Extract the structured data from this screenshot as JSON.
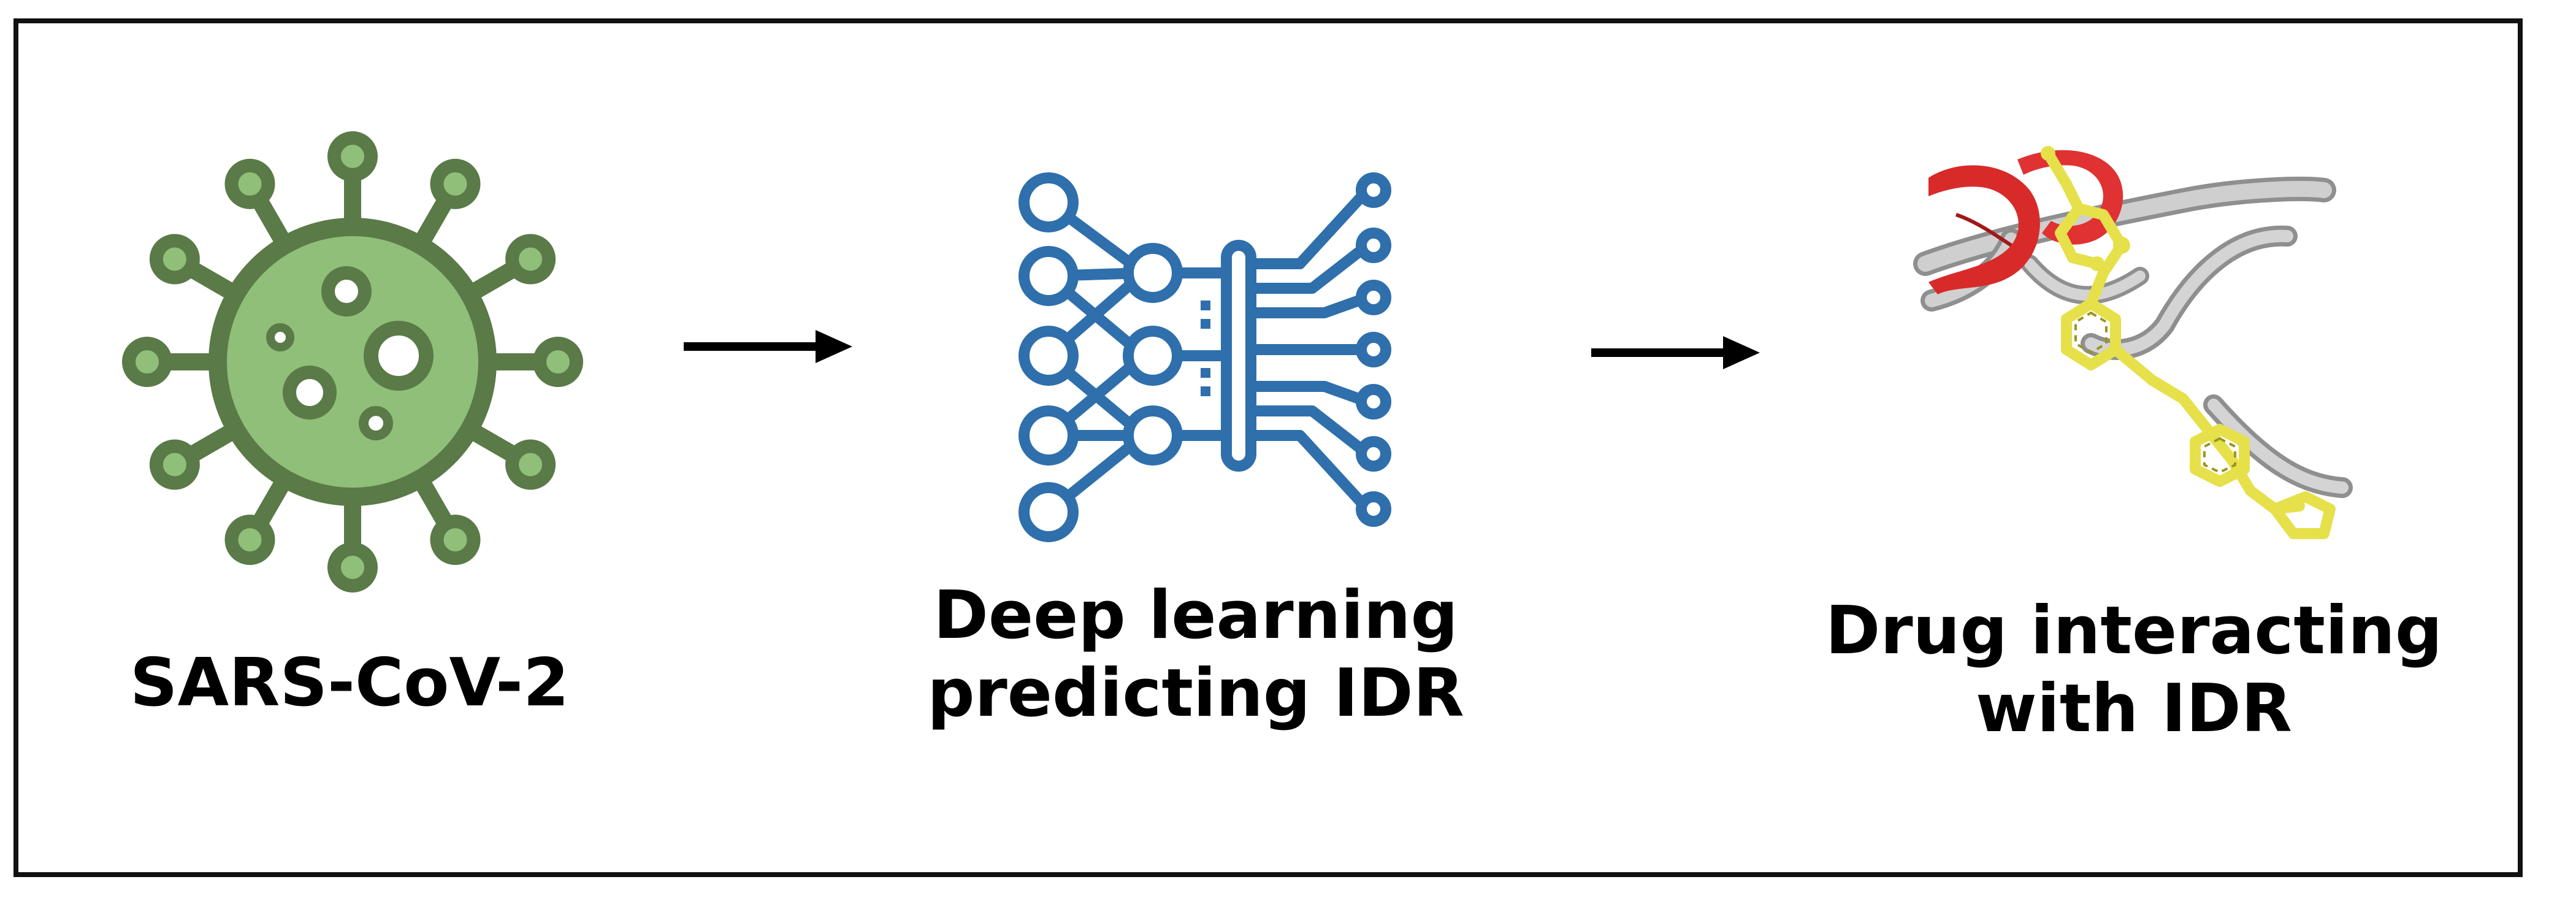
{
  "stages": [
    {
      "label": "SARS-CoV-2",
      "icon": "virus-icon",
      "color": "#5a7a48",
      "fill": "#8fbf78"
    },
    {
      "label_lines": [
        "Deep learning",
        "predicting IDR"
      ],
      "icon": "neural-network-icon",
      "color": "#2f6fab"
    },
    {
      "label_lines": [
        "Drug interacting",
        "with IDR"
      ],
      "icon": "protein-ligand-structure-icon",
      "colors": {
        "helix": "#d92a2a",
        "coil": "#c8c8c8",
        "ligand": "#e6e04a"
      }
    }
  ],
  "arrows": [
    {
      "name": "arrow-1",
      "color": "#000000"
    },
    {
      "name": "arrow-2",
      "color": "#000000"
    }
  ]
}
